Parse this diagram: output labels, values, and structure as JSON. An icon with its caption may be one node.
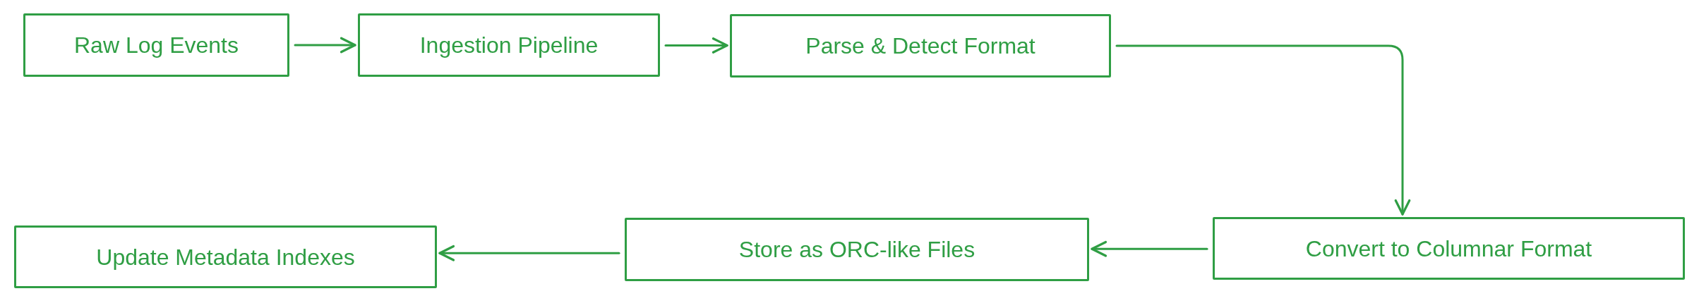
{
  "diagram": {
    "nodes": [
      {
        "text": [
          "Raw Log Events"
        ]
      },
      {
        "text": [
          "Ingestion Pipeline"
        ]
      },
      {
        "text": [
          "Parse & Detect Format"
        ]
      },
      {
        "text": [
          "Convert to Columnar Format"
        ]
      },
      {
        "text": [
          "Store as ORC-like Files"
        ]
      },
      {
        "text": [
          "Update Metadata Indexes"
        ]
      }
    ],
    "edges": [
      {
        "from": 0,
        "to": 1,
        "arrow": "to"
      },
      {
        "from": 1,
        "to": 2,
        "arrow": "to"
      },
      {
        "from": 2,
        "to": 3,
        "arrow": "to"
      },
      {
        "from": 3,
        "to": 4,
        "arrow": "to"
      },
      {
        "from": 4,
        "to": 5,
        "arrow": "to"
      }
    ]
  }
}
